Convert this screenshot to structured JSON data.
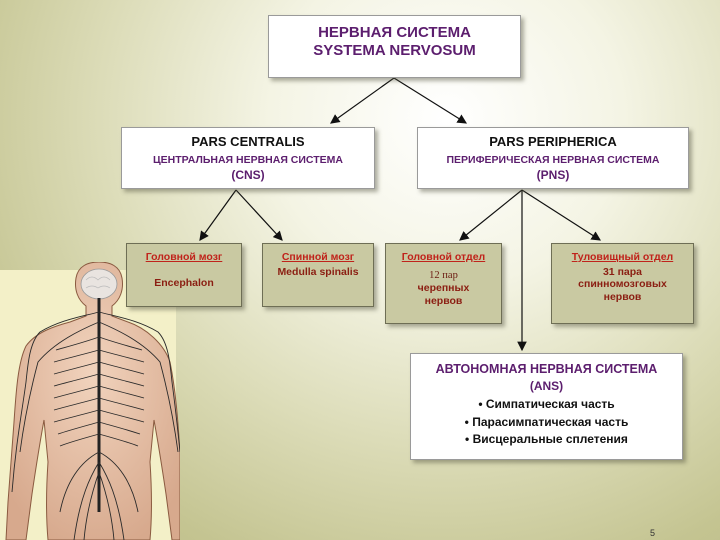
{
  "title": {
    "line1": "НЕРВНАЯ СИСТЕМА",
    "line2": "SYSTEMA NERVOSUM"
  },
  "centralis": {
    "latin": "PARS CENTRALIS",
    "russian": "ЦЕНТРАЛЬНАЯ НЕРВНАЯ СИСТЕМА",
    "abbr": "(CNS)"
  },
  "peripherica": {
    "latin": "PARS PERIPHERICA",
    "russian": "ПЕРИФЕРИЧЕСКАЯ НЕРВНАЯ СИСТЕМА",
    "abbr": "(PNS)"
  },
  "brain": {
    "label": "Головной мозг",
    "latin": "Encephalon"
  },
  "spinal": {
    "label": "Спинной мозг",
    "latin": "Medulla spinalis"
  },
  "head_section": {
    "label": "Головной отдел",
    "count": "12 пар",
    "line2": "черепных",
    "line3": "нервов"
  },
  "trunk_section": {
    "label": "Туловищный отдел",
    "count": "31 пара",
    "line2": "спинномозговых",
    "line3": "нервов"
  },
  "ans": {
    "title": "АВТОНОМНАЯ НЕРВНАЯ СИСТЕМА",
    "abbr": "(ANS)",
    "items": [
      "• Симпатическая часть",
      "• Парасимпатическая часть",
      "• Висцеральные сплетения"
    ]
  },
  "page_number": "5"
}
